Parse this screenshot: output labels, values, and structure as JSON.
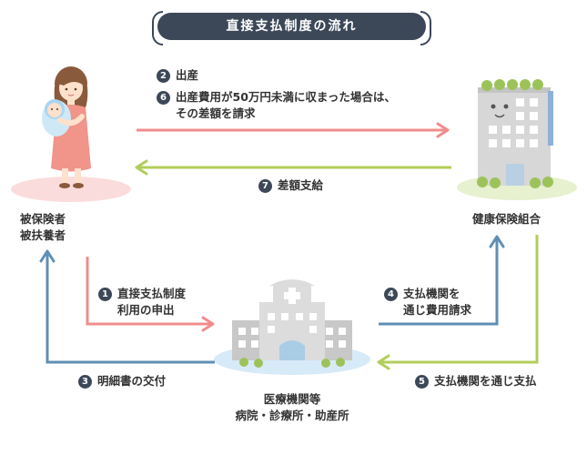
{
  "title": "直接支払制度の流れ",
  "nodes": {
    "insured": [
      "被保険者",
      "被扶養者"
    ],
    "insurer": "健康保険組合",
    "medical": [
      "医療機関等",
      "病院・診療所・助産所"
    ]
  },
  "steps": [
    {
      "num": "1",
      "lines": [
        "直接支払制度",
        "利用の申出"
      ]
    },
    {
      "num": "2",
      "lines": [
        "出産"
      ]
    },
    {
      "num": "3",
      "lines": [
        "明細書の交付"
      ]
    },
    {
      "num": "4",
      "lines": [
        "支払機関を",
        "通じ費用請求"
      ]
    },
    {
      "num": "5",
      "lines": [
        "支払機関を通じ支払"
      ]
    },
    {
      "num": "6",
      "lines": [
        "出産費用が50万円未満に収まった場合は、",
        "その差額を請求"
      ]
    },
    {
      "num": "7",
      "lines": [
        "差額支給"
      ]
    }
  ],
  "colors": {
    "pink_arrow": "#f08c8c",
    "green_arrow": "#b2cd5a",
    "blue_arrow": "#5f8fb4",
    "title_bg": "#3c4858"
  }
}
